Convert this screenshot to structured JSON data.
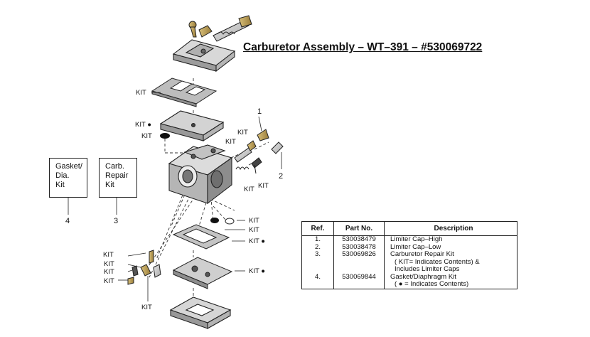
{
  "title": "Carburetor Assembly – WT–391 – #530069722",
  "kit_boxes": {
    "gasket": {
      "lines": [
        "Gasket/",
        "Dia.",
        "Kit"
      ],
      "ref": "4"
    },
    "repair": {
      "lines": [
        "Carb.",
        "Repair",
        "Kit"
      ],
      "ref": "3"
    }
  },
  "callouts": {
    "kit": "KIT",
    "kit_dot": "KIT ●",
    "ref1": "1",
    "ref2": "2"
  },
  "parts_table": {
    "headers": {
      "ref": "Ref.",
      "part": "Part No.",
      "desc": "Description"
    },
    "rows": [
      {
        "ref": "1.",
        "part": "530038479",
        "desc": [
          "Limiter Cap–High"
        ]
      },
      {
        "ref": "2.",
        "part": "530038478",
        "desc": [
          "Limiter Cap–Low"
        ]
      },
      {
        "ref": "3.",
        "part": "530069826",
        "desc": [
          "Carburetor Repair Kit",
          "( KIT= Indicates Contents)  &",
          "Includes Limiter Caps"
        ]
      },
      {
        "ref": "4.",
        "part": "530069844",
        "desc": [
          "Gasket/Diaphragm Kit",
          "( ● = Indicates Contents)"
        ]
      }
    ]
  },
  "colors": {
    "part_fill": "#c9c9c9",
    "part_dark": "#8a8a8a",
    "part_light": "#e4e4e4",
    "brass": "#b89a52",
    "outline": "#222222"
  }
}
